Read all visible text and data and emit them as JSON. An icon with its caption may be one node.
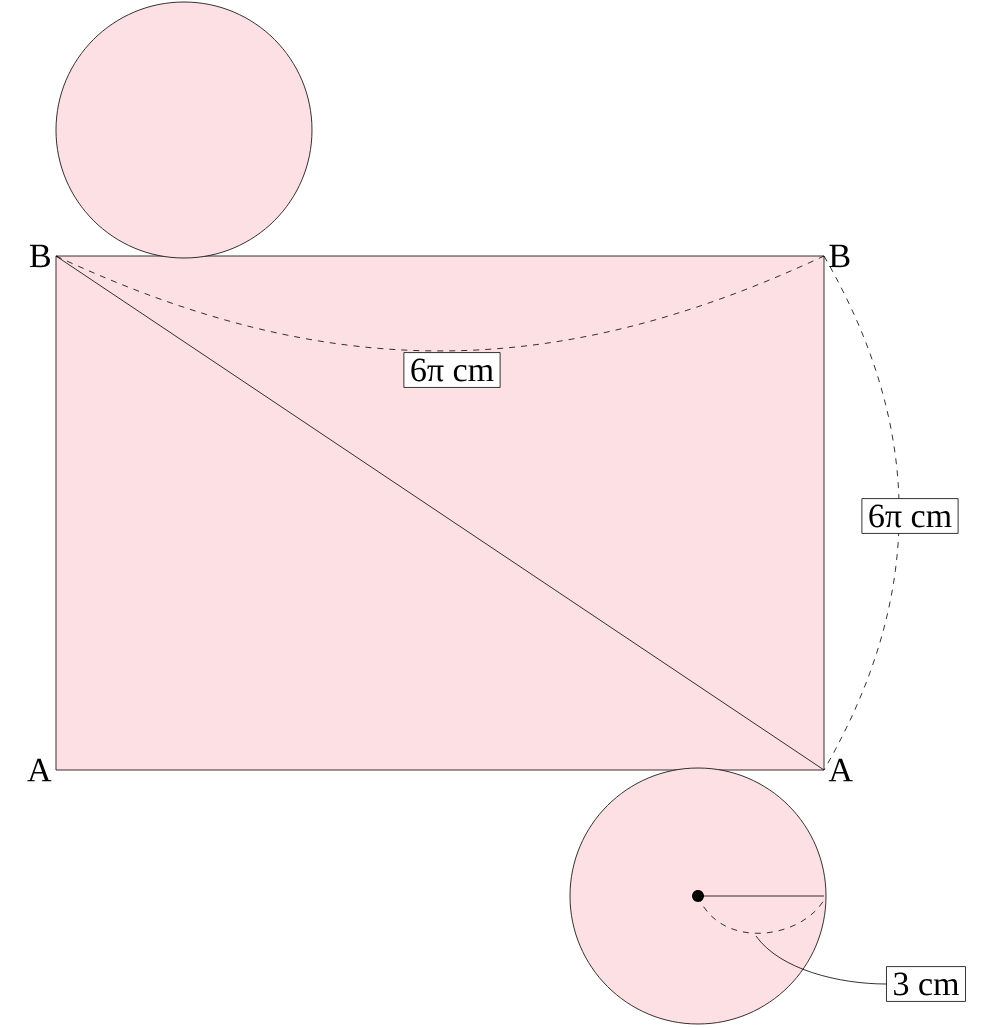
{
  "diagram": {
    "nodes": [
      {
        "text": [],
        "shape": "box"
      },
      {
        "text": [],
        "shape": "circle"
      },
      {
        "text": [],
        "shape": "circle"
      },
      {
        "text": [
          "3 cm"
        ]
      }
    ],
    "edges": [
      {
        "from": 3,
        "to": 2,
        "arrow": "none"
      }
    ],
    "labels": [
      "B",
      "B",
      "6π cm",
      "6π cm",
      "A",
      "A"
    ]
  }
}
